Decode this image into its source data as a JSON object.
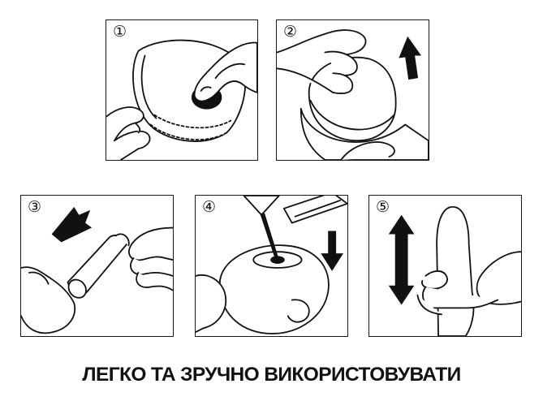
{
  "steps": [
    {
      "number": "①",
      "icon": "hand-open-cup-icon"
    },
    {
      "number": "②",
      "icon": "hand-pull-up-icon"
    },
    {
      "number": "③",
      "icon": "hand-remove-cap-icon"
    },
    {
      "number": "④",
      "icon": "lubricant-pour-icon"
    },
    {
      "number": "⑤",
      "icon": "stroke-up-down-icon"
    }
  ],
  "caption": "ЛЕГКО ТА ЗРУЧНО ВИКОРИСТОВУВАТИ",
  "colors": {
    "ink": "#111111",
    "background": "#ffffff"
  }
}
